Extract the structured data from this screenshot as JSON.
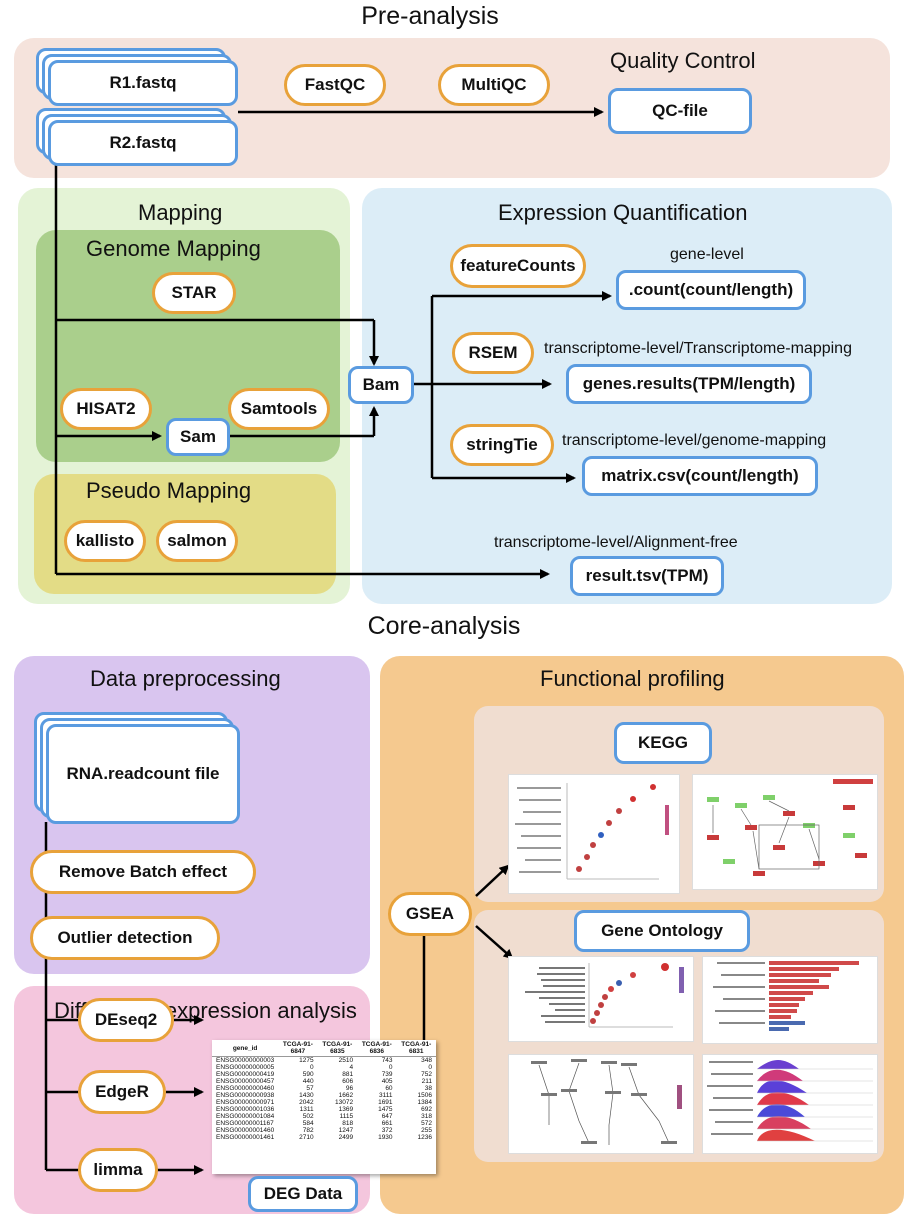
{
  "sections": {
    "pre_analysis": "Pre-analysis",
    "core_analysis": "Core-analysis"
  },
  "quality_control": {
    "title": "Quality Control",
    "r1": "R1.fastq",
    "r2": "R2.fastq",
    "fastqc": "FastQC",
    "multiqc": "MultiQC",
    "qc_file": "QC-file"
  },
  "mapping": {
    "title": "Mapping",
    "genome_title": "Genome Mapping",
    "star": "STAR",
    "hisat2": "HISAT2",
    "samtools": "Samtools",
    "sam": "Sam",
    "pseudo_title": "Pseudo Mapping",
    "kallisto": "kallisto",
    "salmon": "salmon"
  },
  "quantification": {
    "title": "Expression Quantification",
    "bam": "Bam",
    "featurecounts": "featureCounts",
    "gene_level": "gene-level",
    "count_out": ".count(count/length)",
    "rsem": "RSEM",
    "rsem_label": "transcriptome-level/Transcriptome-mapping",
    "rsem_out": "genes.results(TPM/length)",
    "stringtie": "stringTie",
    "stringtie_label": "transcriptome-level/genome-mapping",
    "stringtie_out": "matrix.csv(count/length)",
    "free_label": "transcriptome-level/Alignment-free",
    "free_out": "result.tsv(TPM)"
  },
  "preprocessing": {
    "title": "Data preprocessing",
    "readcount": "RNA.readcount file",
    "batch": "Remove Batch effect",
    "outlier": "Outlier detection"
  },
  "differential": {
    "title": "Differential expression analysis",
    "deseq2": "DEseq2",
    "edger": "EdgeR",
    "limma": "limma",
    "deg_label": "DEG Data",
    "table": {
      "headers": [
        "gene_id",
        "TCGA-91-6847",
        "TCGA-91-6835",
        "TCGA-91-6836",
        "TCGA-91-6831"
      ],
      "rows": [
        [
          "ENSG00000000003",
          "1275",
          "2510",
          "743",
          "348"
        ],
        [
          "ENSG00000000005",
          "0",
          "4",
          "0",
          "0"
        ],
        [
          "ENSG00000000419",
          "590",
          "881",
          "739",
          "752"
        ],
        [
          "ENSG00000000457",
          "440",
          "606",
          "405",
          "211"
        ],
        [
          "ENSG00000000460",
          "57",
          "96",
          "60",
          "38"
        ],
        [
          "ENSG00000000938",
          "1430",
          "1662",
          "3111",
          "1506"
        ],
        [
          "ENSG00000000971",
          "2042",
          "13072",
          "1691",
          "1384"
        ],
        [
          "ENSG00000001036",
          "1311",
          "1369",
          "1475",
          "692"
        ],
        [
          "ENSG00000001084",
          "502",
          "1115",
          "647",
          "318"
        ],
        [
          "ENSG00000001167",
          "584",
          "818",
          "661",
          "572"
        ],
        [
          "ENSG00000001460",
          "782",
          "1247",
          "372",
          "255"
        ],
        [
          "ENSG00000001461",
          "2710",
          "2499",
          "1930",
          "1236"
        ]
      ]
    }
  },
  "functional": {
    "title": "Functional profiling",
    "gsea": "GSEA",
    "kegg": "KEGG",
    "go": "Gene Ontology"
  },
  "colors": {
    "pre_bg": "#f5e3dc",
    "mapping_bg": "#e4f3d6",
    "genome_bg": "#aacf8c",
    "pseudo_bg": "#e3dc86",
    "quant_bg": "#dcedf7",
    "prep_bg": "#d9c5ef",
    "diff_bg": "#f4c6dd",
    "func_bg": "#f5c98f",
    "inner_bg": "#f0ddd0",
    "pill_border": "#e8a23a",
    "box_border": "#5a9be0"
  }
}
